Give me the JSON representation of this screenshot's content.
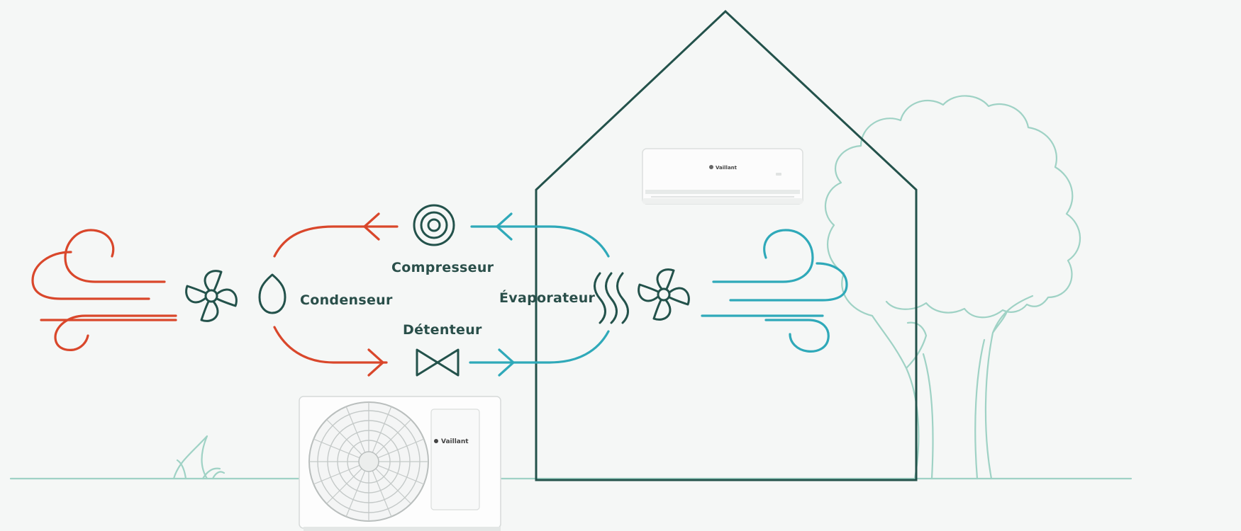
{
  "labels": {
    "compresseur": "Compresseur",
    "condenseur": "Condenseur",
    "detenteur": "Détenteur",
    "evaporateur": "Évaporateur"
  },
  "brand": {
    "outdoor_unit": "Vaillant",
    "indoor_unit": "Vaillant"
  },
  "colors": {
    "hot": "#d9472b",
    "cold": "#2fa9b9",
    "outline": "#23524b",
    "landscape": "#9fd2c5"
  },
  "icons": {
    "compressor": "concentric-circles-icon",
    "condenser": "drop-icon",
    "expansion_valve": "bowtie-valve-icon",
    "evaporator": "heat-waves-icon",
    "fans": "fan-icon",
    "wind": "wind-icon"
  }
}
